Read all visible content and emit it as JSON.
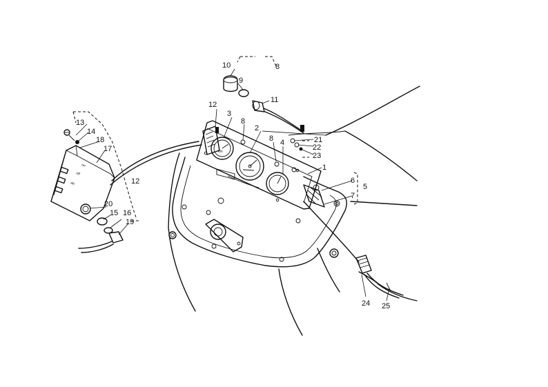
{
  "callouts": [
    {
      "id": "c10a",
      "text": "10"
    },
    {
      "id": "c8a",
      "text": "8"
    },
    {
      "id": "c9",
      "text": "9"
    },
    {
      "id": "c11",
      "text": "11"
    },
    {
      "id": "c12a",
      "text": "12"
    },
    {
      "id": "c3",
      "text": "3"
    },
    {
      "id": "c8b",
      "text": "8"
    },
    {
      "id": "c2",
      "text": "2"
    },
    {
      "id": "c21",
      "text": "21"
    },
    {
      "id": "c22",
      "text": "22"
    },
    {
      "id": "c23",
      "text": "23"
    },
    {
      "id": "c8c",
      "text": "8"
    },
    {
      "id": "c4",
      "text": "4"
    },
    {
      "id": "c1",
      "text": "1"
    },
    {
      "id": "c6",
      "text": "6"
    },
    {
      "id": "c5",
      "text": "5"
    },
    {
      "id": "c7",
      "text": "7"
    },
    {
      "id": "c13",
      "text": "13"
    },
    {
      "id": "c14",
      "text": "14"
    },
    {
      "id": "c18",
      "text": "18"
    },
    {
      "id": "c17",
      "text": "17"
    },
    {
      "id": "c12b",
      "text": "12"
    },
    {
      "id": "c20",
      "text": "20"
    },
    {
      "id": "c15",
      "text": "15"
    },
    {
      "id": "c16",
      "text": "16"
    },
    {
      "id": "c19",
      "text": "19"
    },
    {
      "id": "c24",
      "text": "24"
    },
    {
      "id": "c25",
      "text": "25"
    }
  ],
  "colors": {
    "line": "#111111",
    "background": "#ffffff"
  }
}
